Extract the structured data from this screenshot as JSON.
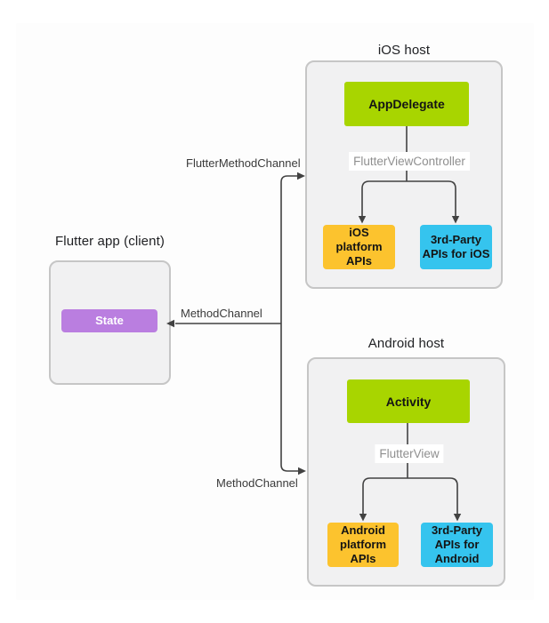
{
  "diagram": {
    "flutter_app": {
      "title": "Flutter app (client)",
      "state_box": "State"
    },
    "ios_host": {
      "title": "iOS host",
      "app_delegate_box": "AppDelegate",
      "view_controller_label": "FlutterViewController",
      "platform_apis_box": "iOS\nplatform\nAPIs",
      "third_party_box": "3rd-Party\nAPIs for iOS"
    },
    "android_host": {
      "title": "Android host",
      "activity_box": "Activity",
      "flutter_view_label": "FlutterView",
      "platform_apis_box": "Android\nplatform\nAPIs",
      "third_party_box": "3rd-Party\nAPIs for\nAndroid"
    },
    "channels": {
      "flutter_method_channel_label": "FlutterMethodChannel",
      "method_channel_state_label": "MethodChannel",
      "method_channel_android_label": "MethodChannel"
    },
    "colors": {
      "green": "#a8d500",
      "orange": "#fcc32e",
      "cyan": "#35c4ee",
      "purple": "#ba7ee0",
      "container_fill": "#f1f1f2",
      "container_border": "#c6c6c6",
      "line": "#424242",
      "muted_label": "#8f8f8f"
    }
  }
}
